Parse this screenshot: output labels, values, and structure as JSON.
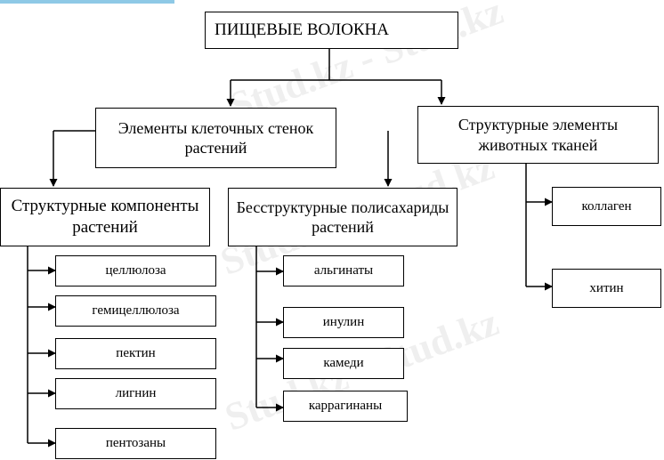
{
  "root": "ПИЩЕВЫЕ ВОЛОКНА",
  "plant_cell": "Элементы клеточных стенок растений",
  "animal": "Структурные элементы животных тканей",
  "struct_plant": "Структурные компоненты растений",
  "nonstruct_plant": "Бесструктурные полисахариды растений",
  "struct_items": [
    "целлюлоза",
    "гемицеллюлоза",
    "пектин",
    "лигнин",
    "пентозаны"
  ],
  "nonstruct_items": [
    "альгинаты",
    "инулин",
    "камеди",
    "каррагинаны"
  ],
  "animal_items": [
    "коллаген",
    "хитин"
  ],
  "watermark": "Stud.kz - Stud.kz",
  "colors": {
    "line": "#000000",
    "watermark": "#b4b4b4",
    "top_bar": "#8ec9e6"
  }
}
